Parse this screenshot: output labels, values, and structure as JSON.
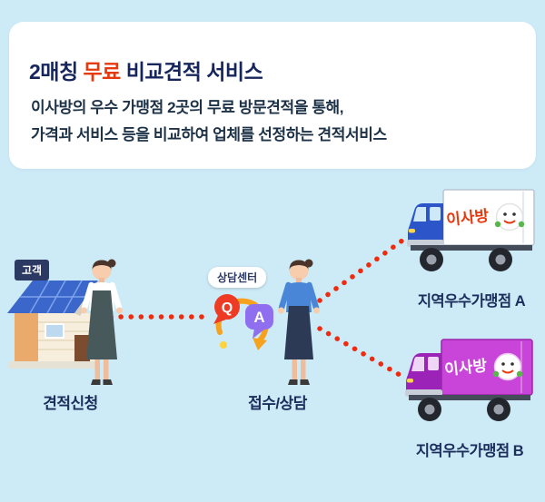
{
  "page": {
    "background": "#cdeaf7"
  },
  "header_card": {
    "title_part1": "2매칭 ",
    "title_highlight": "무료",
    "title_part2": " 비교견적 서비스",
    "description_line1": "이사방의 우수 가맹점 2곳의 무료 방문견적을 통해,",
    "description_line2": "가격과 서비스 등을 비교하여 업체를 선정하는 견적서비스"
  },
  "diagram": {
    "customer_badge": "고객",
    "quote_request_label": "견적신청",
    "call_center_badge": "상담센터",
    "reception_label": "접수/상담",
    "franchise_a_label": "지역우수가맹점 A",
    "franchise_b_label": "지역우수가맹점 B",
    "bubble_q": "Q",
    "bubble_a": "A",
    "truck_a_logo": "이사방",
    "truck_b_logo": "이사방"
  },
  "colors": {
    "background": "#cdeaf7",
    "title_navy": "#16265c",
    "highlight_red": "#e8380d",
    "body_text": "#1d3247",
    "label_navy": "#1b2e5c",
    "dotted_line_red": "#ee2b0e",
    "truck_a_blue": "#2b55c8",
    "truck_b_magenta": "#b637d2",
    "q_bubble_red": "#ee3b24",
    "a_bubble_purple": "#8f6ff0",
    "arrow_orange": "#f6a21e"
  }
}
